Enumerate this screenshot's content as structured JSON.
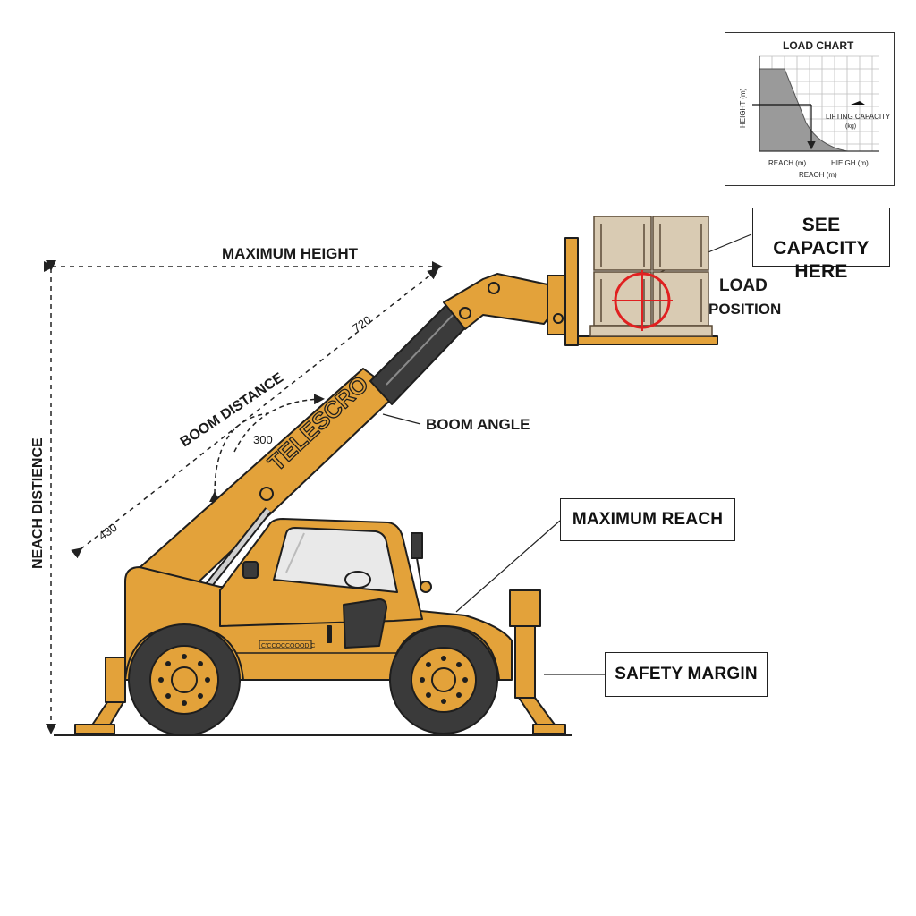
{
  "labels": {
    "maximum_height": "MAXIMUM HEIGHT",
    "boom_distance": "BOOM DISTANCE",
    "reach_distance": "NEACH DISTIENCE",
    "boom_angle": "BOOM ANGLE",
    "load": "LOAD",
    "position": "POSITION",
    "num_720": "720",
    "num_300": "300",
    "num_430": "430",
    "telescro": "TELESCRO",
    "plate": "C'CCOCCOOOD C"
  },
  "callouts": {
    "see_capacity_line1": "SEE CAPACITY",
    "see_capacity_line2": "HERE",
    "maximum_reach": "MAXIMUM REACH",
    "safety_margin": "SAFETY MARGIN"
  },
  "load_chart": {
    "title": "LOAD CHART",
    "y_label": "HEIGHT (m)",
    "lifting_capacity_line1": "LIFTING CAPACITY",
    "lifting_capacity_line2": "(kg)",
    "x_label_left": "REACH (m)",
    "x_label_right": "HIEIGH (m)",
    "x_label_bottom": "REAOH (m)"
  },
  "colors": {
    "machine": "#E3A23A",
    "outline": "#1e1e1e",
    "tire": "#3a3a3a",
    "boom_inner": "#3b3b3b",
    "pallet": "#d9cbb3",
    "target": "#e02020",
    "chart_fill": "#9a9a9a"
  }
}
